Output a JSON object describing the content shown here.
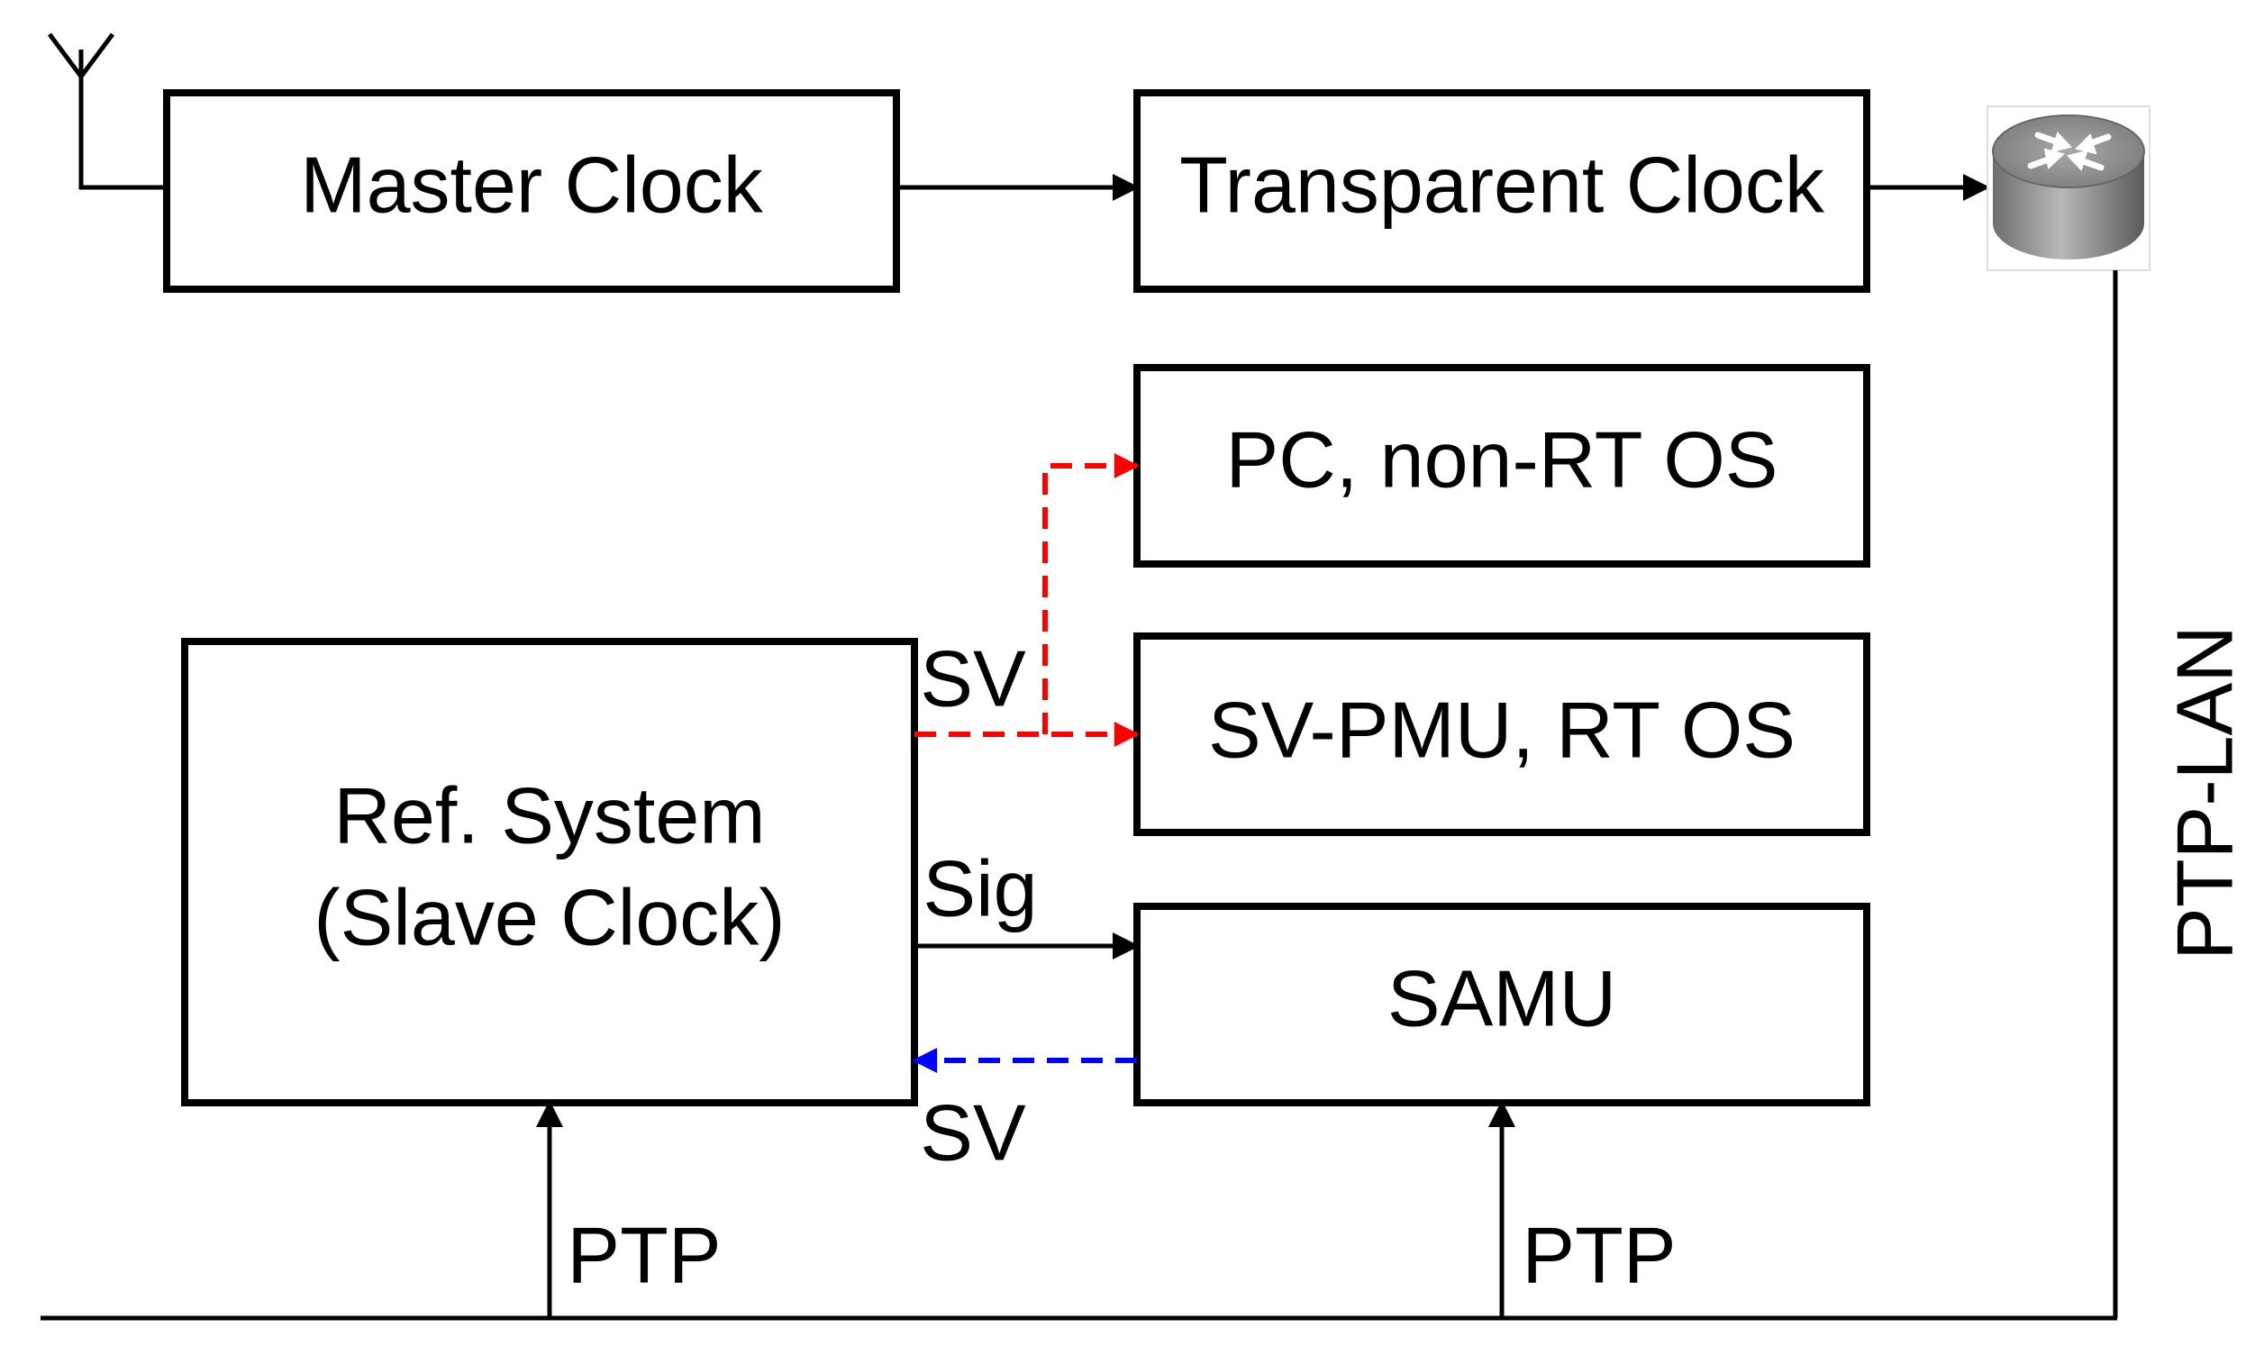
{
  "blocks": {
    "master_clock": "Master Clock",
    "transparent_clock": "Transparent Clock",
    "pc_non_rt": "PC, non-RT OS",
    "sv_pmu_rt": "SV-PMU, RT OS",
    "ref_system_line1": "Ref. System",
    "ref_system_line2": "(Slave Clock)",
    "samu": "SAMU"
  },
  "signals": {
    "sv_out": "SV",
    "sig": "Sig",
    "sv_back": "SV",
    "ptp_left": "PTP",
    "ptp_right": "PTP",
    "ptp_lan": "PTP-LAN"
  },
  "icons": {
    "antenna": "antenna-icon",
    "router": "router-icon"
  },
  "colors": {
    "line": "#000000",
    "sv_multicast": "#ff0000",
    "sv_return": "#0000ff"
  }
}
